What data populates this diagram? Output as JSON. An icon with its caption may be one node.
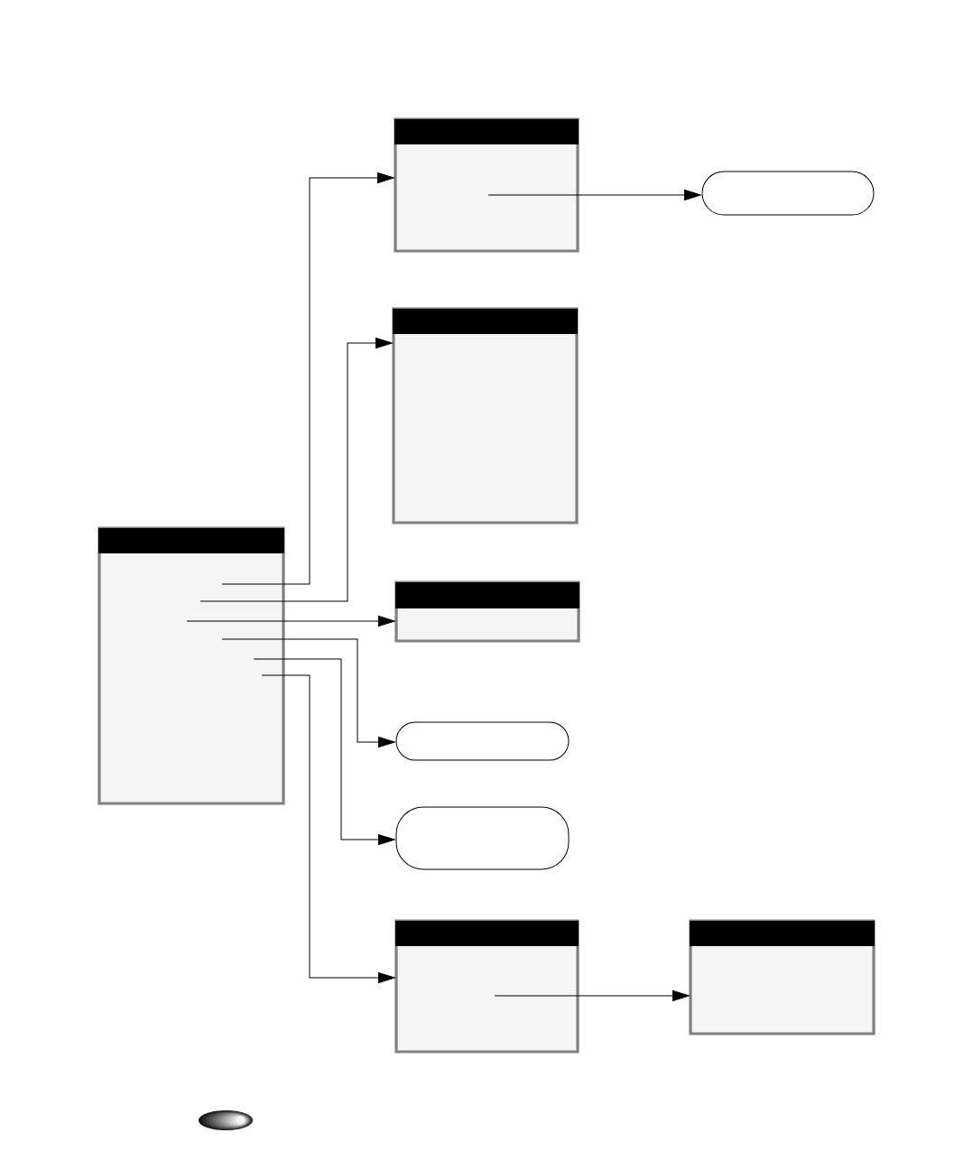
{
  "diagram": {
    "nodes": [
      {
        "text": [],
        "shape": "box"
      },
      {
        "text": [],
        "shape": "capsule"
      },
      {
        "text": [],
        "shape": "box"
      },
      {
        "text": [],
        "shape": "box"
      },
      {
        "text": [],
        "shape": "box"
      },
      {
        "text": [],
        "shape": "capsule"
      },
      {
        "text": [],
        "shape": "capsule"
      },
      {
        "text": [],
        "shape": "box"
      },
      {
        "text": [],
        "shape": "box"
      }
    ],
    "edges": [
      {
        "from": 3,
        "to": 0,
        "arrow": "to"
      },
      {
        "from": 3,
        "to": 2,
        "arrow": "to"
      },
      {
        "from": 3,
        "to": 4,
        "arrow": "to"
      },
      {
        "from": 3,
        "to": 5,
        "arrow": "to"
      },
      {
        "from": 3,
        "to": 6,
        "arrow": "to"
      },
      {
        "from": 3,
        "to": 7,
        "arrow": "to"
      },
      {
        "from": 0,
        "to": 1,
        "arrow": "to"
      },
      {
        "from": 7,
        "to": 8,
        "arrow": "to"
      }
    ]
  }
}
